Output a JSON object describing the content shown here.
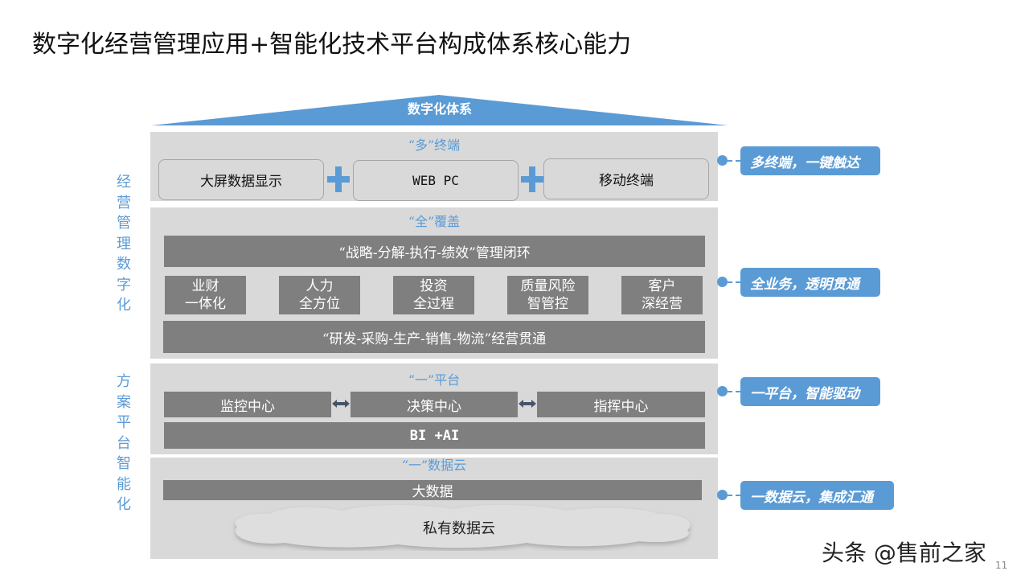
{
  "title": "数字化经营管理应用+智能化技术平台构成体系核心能力",
  "roof": {
    "label": "数字化体系",
    "color": "#5b9bd5"
  },
  "side_labels": {
    "top": "经营管理数字化",
    "bottom": "方案平台智能化"
  },
  "terminals": {
    "title": "“多”终端",
    "items": [
      {
        "label": "大屏数据显示"
      },
      {
        "label": "WEB PC"
      },
      {
        "label": "移动终端"
      }
    ]
  },
  "coverage": {
    "title": "“全”覆盖",
    "top_bar": "“战略-分解-执行-绩效”管理闭环",
    "modules": [
      {
        "line1": "业财",
        "line2": "一体化"
      },
      {
        "line1": "人力",
        "line2": "全方位"
      },
      {
        "line1": "投资",
        "line2": "全过程"
      },
      {
        "line1": "质量风险",
        "line2": "智管控"
      },
      {
        "line1": "客户",
        "line2": "深经营"
      }
    ],
    "bottom_bar": "“研发-采购-生产-销售-物流”经营贯通"
  },
  "platform": {
    "title": "“一”平台",
    "centers": [
      {
        "label": "监控中心"
      },
      {
        "label": "决策中心"
      },
      {
        "label": "指挥中心"
      }
    ],
    "base_bar": "BI +AI"
  },
  "data_cloud": {
    "title": "“一”数据云",
    "bar": "大数据",
    "cloud": "私有数据云"
  },
  "callouts": [
    {
      "label": "多终端，一键触达"
    },
    {
      "label": "全业务，透明贯通"
    },
    {
      "label": "一平台，智能驱动"
    },
    {
      "label": "一数据云，集成汇通"
    }
  ],
  "watermark": "头条 @售前之家",
  "page_number": "11"
}
